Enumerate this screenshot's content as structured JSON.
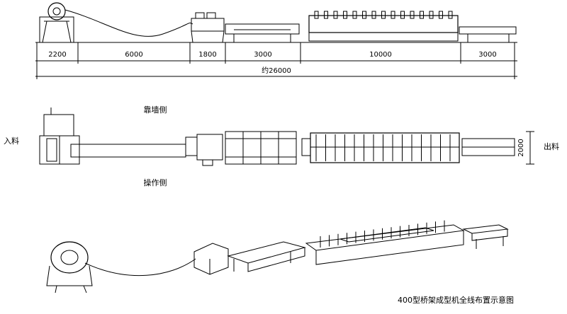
{
  "diagram": {
    "title": "400型桥架成型机全线布置示意图",
    "section_lengths": [
      "2200",
      "6000",
      "1800",
      "3000",
      "10000",
      "3000"
    ],
    "total_length": "约26000",
    "top_view": {
      "side_back": "靠墙侧",
      "side_operator": "操作侧",
      "entry": "入料",
      "exit": "出料",
      "width": "2000"
    }
  }
}
